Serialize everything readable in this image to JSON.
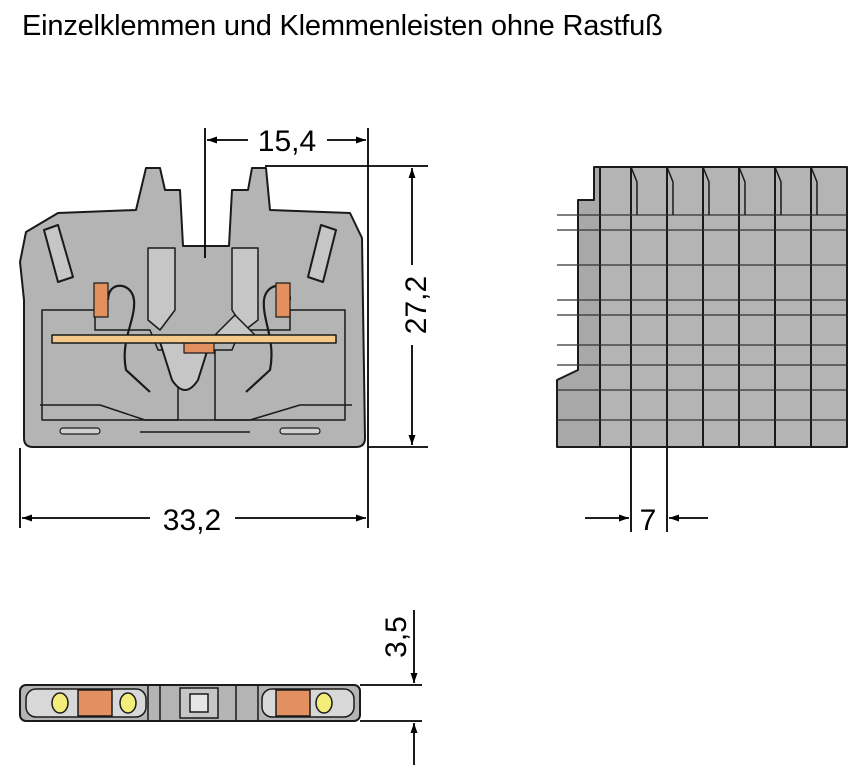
{
  "title": "Einzelklemmen und Klemmenleisten ohne Rastfuß",
  "dimensions": {
    "top_width": "15,4",
    "height": "27,2",
    "total_width": "33,2",
    "pitch": "7",
    "base_height": "3,5"
  },
  "colors": {
    "body": "#b4b4b4",
    "outline": "#1a1a1a",
    "clamp": "#e39060",
    "bar": "#f4c98a",
    "led": "#f3ee7a"
  }
}
